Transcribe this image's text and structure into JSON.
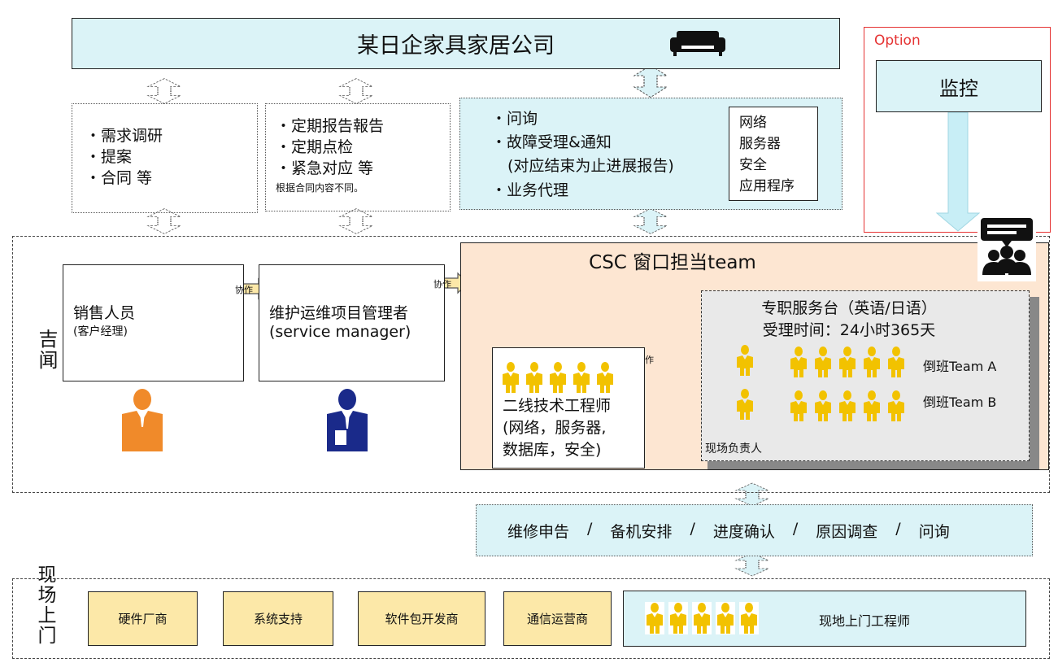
{
  "header": {
    "title": "某日企家具家居公司",
    "icon": "sofa-icon"
  },
  "option": {
    "label": "Option",
    "monitor": "监控"
  },
  "box_sales_items": [
    "需求调研",
    "提案",
    "合同 等"
  ],
  "box_report": {
    "items": [
      "定期报告報告",
      "定期点检",
      "紧急对应 等"
    ],
    "note": "根据合同内容不同。"
  },
  "box_inquiry": {
    "items": [
      "问询",
      "故障受理&通知"
    ],
    "subline": "(对应结束为止进展报告)",
    "items2": [
      "业务代理"
    ],
    "scope": [
      "网络",
      "服务器",
      "安全",
      "应用程序"
    ]
  },
  "left_label": "吉闻",
  "sales": {
    "line1": "销售人员",
    "line2": "(客户经理)"
  },
  "manager": {
    "line1": "维护运维项目管理者",
    "line2": "(service manager)"
  },
  "collab": "协作",
  "csc": {
    "title": "CSC 窗口担当team"
  },
  "tech": {
    "line1": "二线技术工程师",
    "line2": "(网络，服务器,",
    "line3": "数据库，安全)"
  },
  "helpdesk": {
    "line1": "专职服务台（英语/日语）",
    "line2": "受理时间：24小时365天",
    "team_a": "倒班Team A",
    "team_b": "倒班Team B",
    "onsite_lead": "现场负责人"
  },
  "services": [
    "维修申告",
    "备机安排",
    "进度确认",
    "原因调查",
    "问询"
  ],
  "separator": "/",
  "bottom_label": "现场上门",
  "vendors": [
    "硬件厂商",
    "系统支持",
    "软件包开发商",
    "通信运营商"
  ],
  "onsite": "现地上门工程师",
  "colors": {
    "cyan": "#dbf3f7",
    "peach": "#fde6d2",
    "yellow": "#fce8a8",
    "gold": "#f2c200",
    "orange": "#f08a2a",
    "navy": "#1a2a8a",
    "red": "#e53333"
  }
}
